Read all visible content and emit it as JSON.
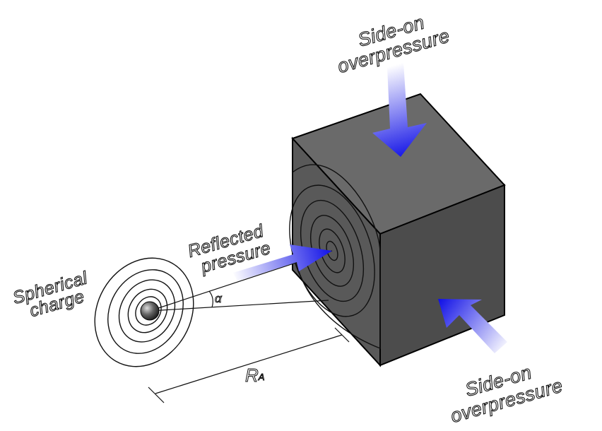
{
  "labels": {
    "side_on_top_line1": "Side-on",
    "side_on_top_line2": "overpressure",
    "side_on_bottom_line1": "Side-on",
    "side_on_bottom_line2": "overpressure",
    "reflected_line1": "Reflected",
    "reflected_line2": "pressure",
    "charge_line1": "Spherical",
    "charge_line2": "charge",
    "angle_symbol": "α",
    "distance_symbol": "R",
    "distance_subscript": "A"
  },
  "colors": {
    "cube_front": "#595959",
    "cube_side": "#4c4c4c",
    "cube_top": "#6a6a6a",
    "arrow_head": "#1010e6",
    "arrow_tail": "#ffffff",
    "outline": "#111111"
  }
}
